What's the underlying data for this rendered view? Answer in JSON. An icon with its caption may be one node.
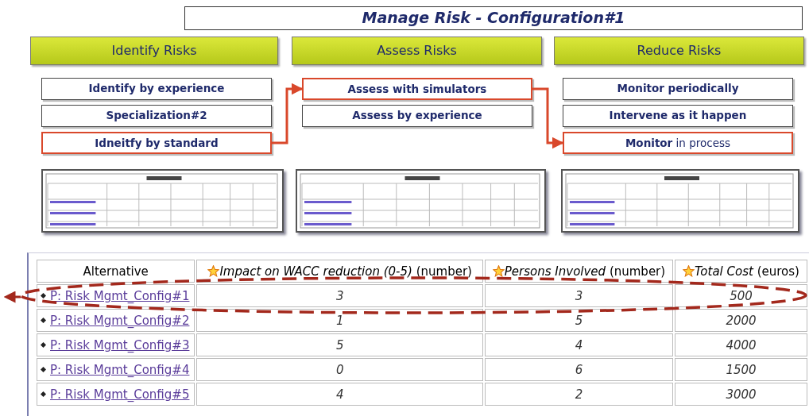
{
  "diagram": {
    "title": "Manage Risk - Configuration#1",
    "nodes": [
      {
        "text": [
          "Identify Risks"
        ]
      },
      {
        "text": [
          "Assess Risks"
        ]
      },
      {
        "text": [
          "Reduce Risks"
        ]
      },
      {
        "text": [
          "Identify by experience"
        ]
      },
      {
        "text": [
          "Specialization#2"
        ]
      },
      {
        "text": [
          "Idneitfy by standard"
        ]
      },
      {
        "text": [
          "Assess with simulators"
        ]
      },
      {
        "text": [
          "Assess by experience"
        ]
      },
      {
        "text": [
          "Monitor periodically"
        ]
      },
      {
        "text": [
          "Intervene as it happen"
        ]
      },
      {
        "text": [
          "**Monitor** in process"
        ]
      },
      {
        "text": [],
        "shape": "picture"
      },
      {
        "text": [],
        "shape": "picture"
      },
      {
        "text": [],
        "shape": "picture"
      },
      {
        "text": [],
        "shape": "ellipse"
      }
    ],
    "edges": [
      {
        "from": 5,
        "to": 6,
        "arrow": "to"
      },
      {
        "from": 6,
        "to": 10,
        "arrow": "to"
      },
      {
        "from": 14,
        "to": null,
        "arrow": "to",
        "style": "dashed",
        "color": "#a3281c"
      }
    ],
    "labels": [
      "Alternative",
      "*Impact on WACC reduction (0-5)* (number)",
      "*Persons Involved* (number)",
      "*Total Cost* (euros)",
      "P: Risk Mgmt_Config#1",
      "3",
      "3",
      "500",
      "P: Risk Mgmt_Config#2",
      "1",
      "5",
      "2000",
      "P: Risk Mgmt_Config#3",
      "5",
      "4",
      "4000",
      "P: Risk Mgmt_Config#4",
      "0",
      "6",
      "1500",
      "P: Risk Mgmt_Config#5",
      "4",
      "2",
      "3000"
    ]
  }
}
